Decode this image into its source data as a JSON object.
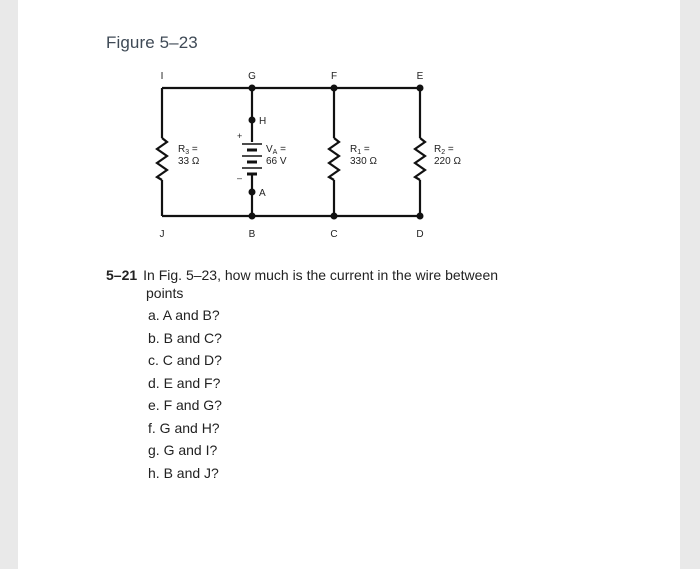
{
  "figure": {
    "title": "Figure 5–23",
    "nodes": {
      "I": "I",
      "G": "G",
      "F": "F",
      "E": "E",
      "H": "H",
      "A": "A",
      "J": "J",
      "B": "B",
      "C": "C",
      "D": "D"
    },
    "components": {
      "r3_name": "R",
      "r3_sub": "3",
      "r3_eq": " =",
      "r3_value": "33 Ω",
      "va_name": "V",
      "va_sub": "A",
      "va_eq": " =",
      "va_value": "66 V",
      "r1_name": "R",
      "r1_sub": "1",
      "r1_eq": " =",
      "r1_value": "330 Ω",
      "r2_name": "R",
      "r2_sub": "2",
      "r2_eq": " =",
      "r2_value": "220 Ω",
      "plus": "+",
      "minus": "–"
    }
  },
  "problem": {
    "number": "5–21",
    "stem_line1": "In Fig. 5–23, how much is the current in the wire between",
    "stem_line2": "points",
    "choices": [
      "a. A and B?",
      "b. B and C?",
      "c. C and D?",
      "d. E and F?",
      "e. F and G?",
      "f. G and H?",
      "g. G and I?",
      "h. B and J?"
    ]
  }
}
